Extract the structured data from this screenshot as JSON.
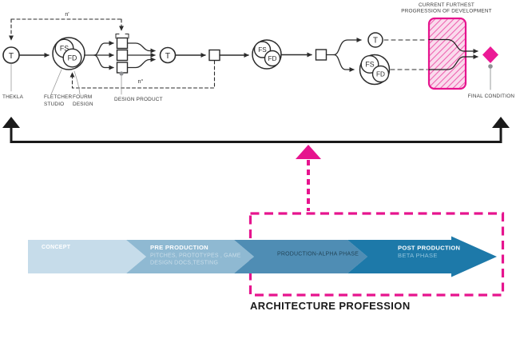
{
  "colors": {
    "magenta_accent": "#e6148e",
    "diamond_fill": "#eb1a96",
    "hatch_stripe": "#ee5fae",
    "hatch_bg": "#fadbed",
    "line_black": "#2b2b2b",
    "leader_gray": "#8f9194",
    "phase1_fill": "#c6dcea",
    "phase2_fill": "#8fb9d2",
    "phase3_fill": "#4f8db4",
    "phase4_fill": "#1d79a9"
  },
  "flow": {
    "t": "T",
    "fs": "FS",
    "fd": "FD",
    "n_prime": "n'",
    "n_degree": "n°",
    "labels": {
      "thekla": "THEKLA",
      "fletcher_1": "FLETCHER",
      "fletcher_2": "STUDIO",
      "fourm_1": "FOURM",
      "fourm_2": "DESIGN",
      "design_product": "DESIGN PRODUCT",
      "current_furthest_1": "CURRENT FURTHEST",
      "current_furthest_2": "PROGRESSION OF DEVELOPMENT",
      "final_condition": "FINAL CONDITION"
    }
  },
  "timeline": {
    "phase1_title": "CONCEPT",
    "phase2_title": "PRE PRODUCTION",
    "phase2_sub1": "PITCHES, PROTOTYPES , GAME",
    "phase2_sub2": "DESIGN DOCS,TESTING",
    "phase3_title": "PRODUCTION-ALPHA PHASE",
    "phase4_title": "POST PRODUCTION",
    "phase4_sub": "BETA PHASE",
    "architecture": "ARCHITECTURE PROFESSION"
  }
}
